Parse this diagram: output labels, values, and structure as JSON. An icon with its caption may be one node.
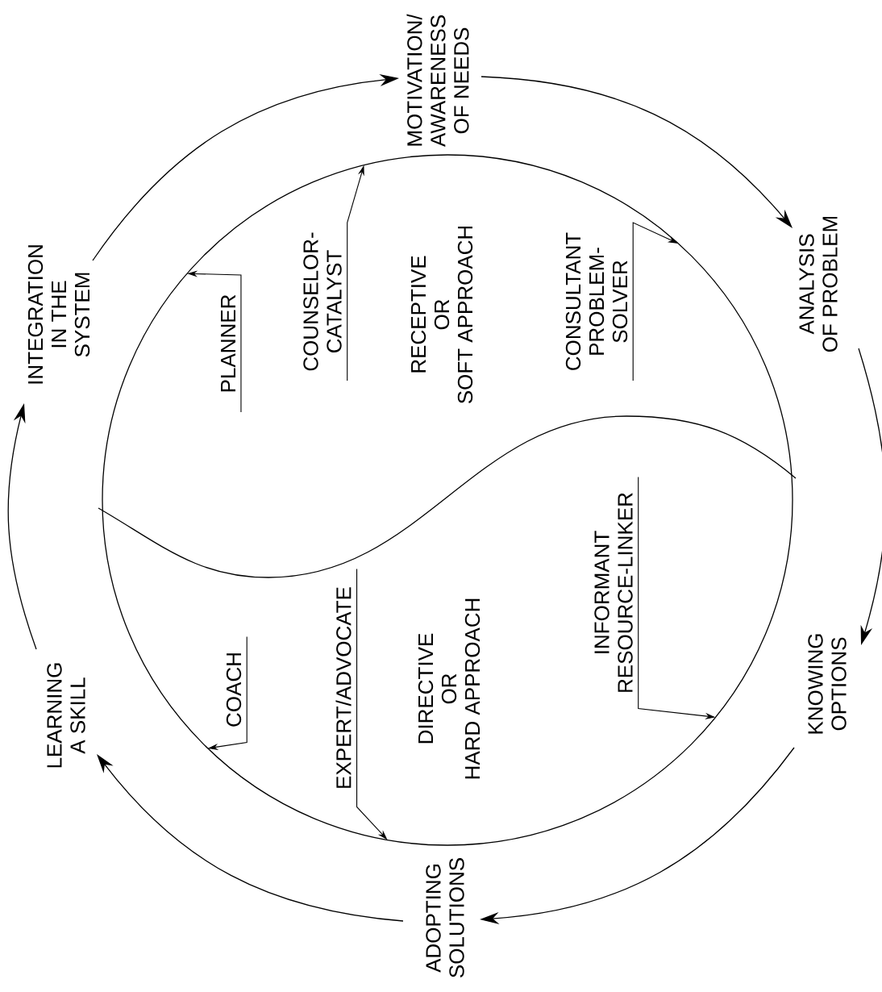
{
  "diagram": {
    "nodes": [
      {
        "text": [
          "MOTIVATION/ AWARENESS OF NEEDS"
        ]
      },
      {
        "text": [
          "ANALYSIS OF PROBLEM"
        ]
      },
      {
        "text": [
          "KNOWING OPTIONS"
        ]
      },
      {
        "text": [
          "ADOPTING SOLUTIONS"
        ]
      },
      {
        "text": [
          "LEARNING A SKILL"
        ]
      },
      {
        "text": [
          "INTEGRATION IN THE SYSTEM"
        ]
      },
      {
        "text": [
          "RECEPTIVE OR SOFT APPROACH",
          "DIRECTIVE OR HARD APPROACH"
        ]
      },
      {
        "text": [
          "PLANNER"
        ],
        "in": 6
      },
      {
        "text": [
          "COUNSELOR-CATALYST"
        ],
        "in": 6
      },
      {
        "text": [
          "CONSULTANT PROBLEM-SOLVER"
        ],
        "in": 6
      },
      {
        "text": [
          "INFORMANT RESOURCE-LINKER"
        ],
        "in": 6
      },
      {
        "text": [
          "EXPERT/ADVOCATE"
        ],
        "in": 6
      },
      {
        "text": [
          "COACH"
        ],
        "in": 6
      }
    ],
    "edges": [
      {
        "from": 5,
        "to": 0,
        "arrow": "to"
      },
      {
        "from": 0,
        "to": 1,
        "arrow": "to"
      },
      {
        "from": 1,
        "to": 2,
        "arrow": "to"
      },
      {
        "from": 2,
        "to": 3,
        "arrow": "to"
      },
      {
        "from": 3,
        "to": 4,
        "arrow": "to"
      },
      {
        "from": 4,
        "to": 5,
        "arrow": "to"
      },
      {
        "from": 7,
        "to": 6,
        "arrow": "to"
      },
      {
        "from": 8,
        "to": 6,
        "arrow": "to"
      },
      {
        "from": 9,
        "to": 6,
        "arrow": "to"
      },
      {
        "from": 10,
        "to": 6,
        "arrow": "to"
      },
      {
        "from": 11,
        "to": 6,
        "arrow": "to"
      },
      {
        "from": 12,
        "to": 6,
        "arrow": "to"
      }
    ]
  }
}
